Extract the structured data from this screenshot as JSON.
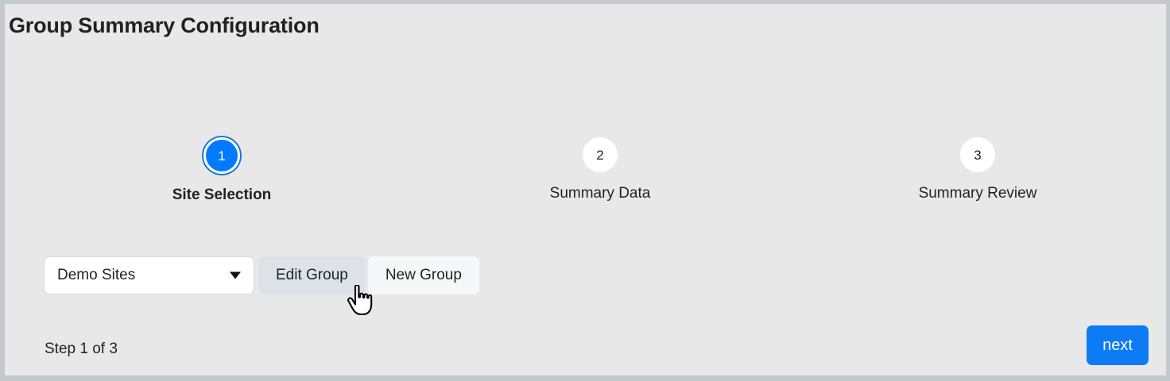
{
  "page": {
    "title": "Group Summary Configuration",
    "background_color": "#e9e8e8",
    "frame_color": "#c3cacd"
  },
  "stepper": {
    "accent_color": "#007bff",
    "steps": [
      {
        "number": "1",
        "label": "Site Selection",
        "state": "active"
      },
      {
        "number": "2",
        "label": "Summary Data",
        "state": "inactive"
      },
      {
        "number": "3",
        "label": "Summary Review",
        "state": "inactive"
      }
    ]
  },
  "controls": {
    "group_select": {
      "value": "Demo Sites",
      "caret_icon": "chevron-down-icon"
    },
    "edit_group_label": "Edit Group",
    "new_group_label": "New Group"
  },
  "footer": {
    "step_counter": "Step 1 of 3",
    "next_label": "next",
    "next_color": "#0d7bf4"
  },
  "cursor": {
    "icon": "pointing-hand-cursor"
  }
}
